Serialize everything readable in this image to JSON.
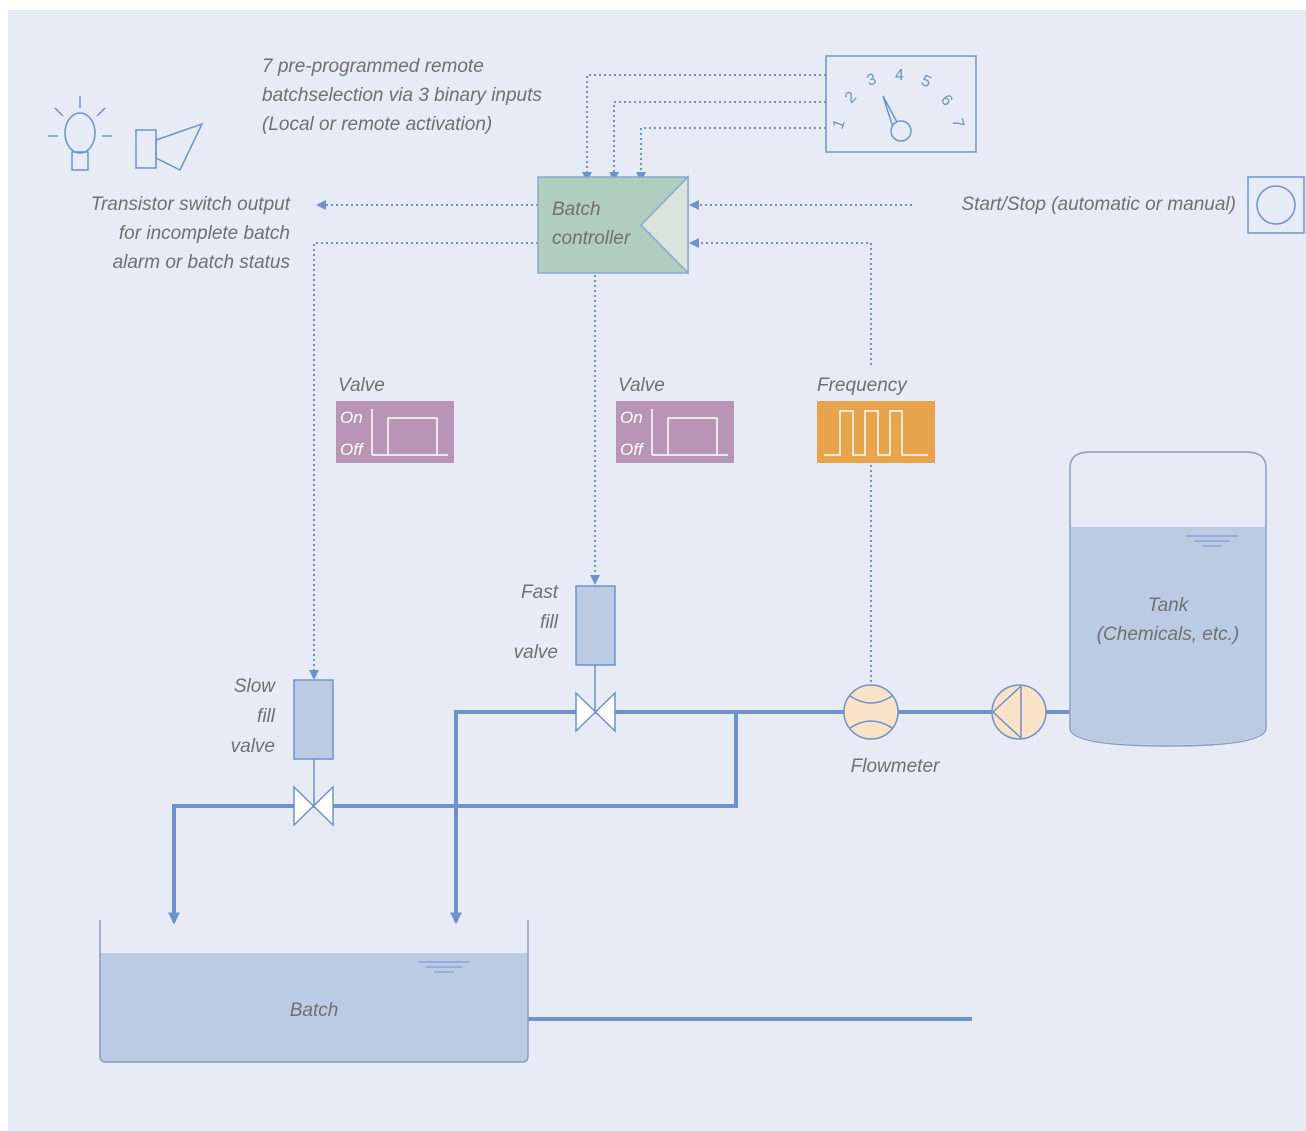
{
  "colors": {
    "background": "#e6ebf6",
    "line": "#6f92cc",
    "pipe": "#6f92cc",
    "controller_fill": "#b0cdbf",
    "controller_border": "#8aa8cc",
    "valve_signal_fill": "#b895b6",
    "frequency_fill": "#e8a44d",
    "liquid_fill": "#bccbe4",
    "actuator_fill": "#bccbe4",
    "flowmeter_fill": "#fbe3c8",
    "text": "#707070"
  },
  "labels": {
    "batch_selection_1": "7 pre-programmed remote",
    "batch_selection_2": "batchselection via 3 binary inputs",
    "batch_selection_3": "(Local or remote activation)",
    "transistor_1": "Transistor switch output",
    "transistor_2": "for incomplete batch",
    "transistor_3": "alarm or batch status",
    "controller_1": "Batch",
    "controller_2": "controller",
    "start_stop": "Start/Stop (automatic or manual)",
    "valve_left": "Valve",
    "valve_right": "Valve",
    "frequency": "Frequency",
    "on_left": "On",
    "off_left": "Off",
    "on_right": "On",
    "off_right": "Off",
    "fast_1": "Fast",
    "fast_2": "fill",
    "fast_3": "valve",
    "slow_1": "Slow",
    "slow_2": "fill",
    "slow_3": "valve",
    "flowmeter": "Flowmeter",
    "tank_1": "Tank",
    "tank_2": "(Chemicals, etc.)",
    "batch": "Batch"
  },
  "dial_numbers": [
    "1",
    "2",
    "3",
    "4",
    "5",
    "6",
    "7"
  ],
  "icons": [
    "lamp-icon",
    "horn-icon",
    "selector-dial-icon",
    "push-button-icon",
    "flowmeter-icon",
    "pump-icon",
    "valve-icon",
    "flow-direction-arrow-icon"
  ]
}
